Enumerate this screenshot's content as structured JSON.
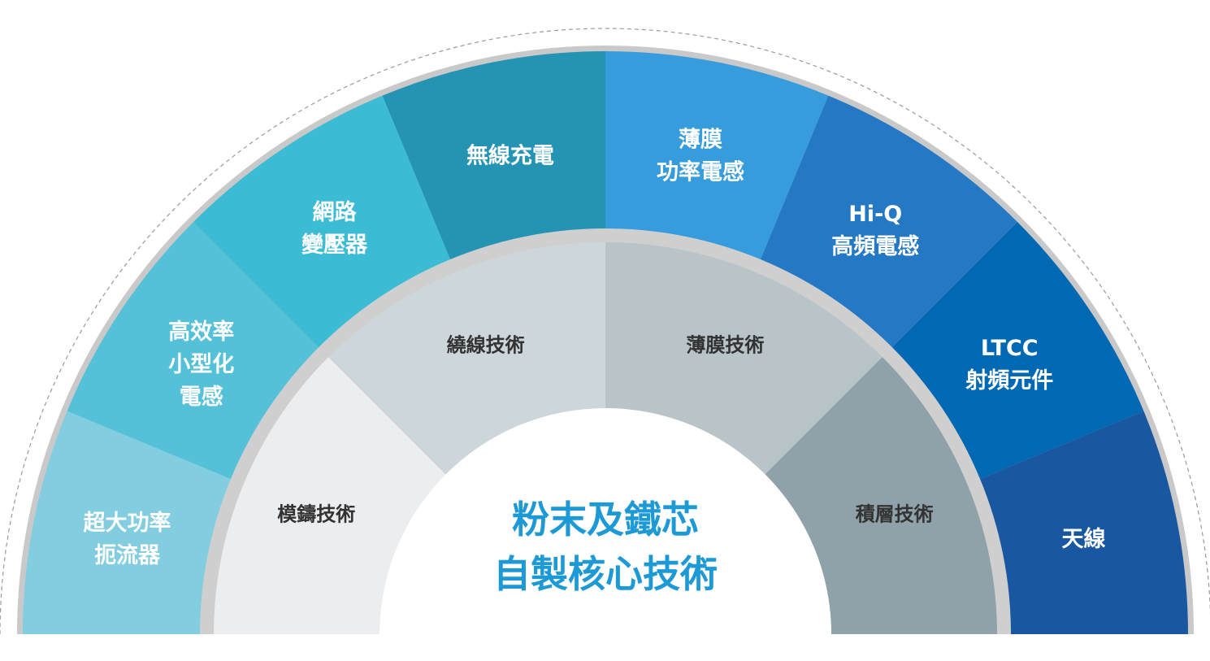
{
  "center": {
    "line1": "粉末及鐵芯",
    "line2": "自製核心技術",
    "color": "#1d9ad6"
  },
  "inner_ring": [
    {
      "label": "模鑄技術",
      "color": "#ebedef"
    },
    {
      "label": "繞線技術",
      "color": "#cdd6da"
    },
    {
      "label": "薄膜技術",
      "color": "#b9c4c9"
    },
    {
      "label": "積層技術",
      "color": "#8fa1a9"
    }
  ],
  "outer_ring": [
    {
      "lines": [
        "超大功率",
        "扼流器"
      ],
      "color": "#82cde0"
    },
    {
      "lines": [
        "高效率",
        "小型化",
        "電感"
      ],
      "color": "#55c1d9"
    },
    {
      "lines": [
        "網路",
        "變壓器"
      ],
      "color": "#3bbbd4"
    },
    {
      "lines": [
        "無線充電"
      ],
      "color": "#2594b4"
    },
    {
      "lines": [
        "薄膜",
        "功率電感"
      ],
      "color": "#379cdb"
    },
    {
      "lines": [
        "Hi-Q",
        "高頻電感"
      ],
      "color": "#2478c4"
    },
    {
      "lines": [
        "LTCC",
        "射頻元件"
      ],
      "color": "#0168b3"
    },
    {
      "lines": [
        "天線"
      ],
      "color": "#1a57a1"
    }
  ]
}
